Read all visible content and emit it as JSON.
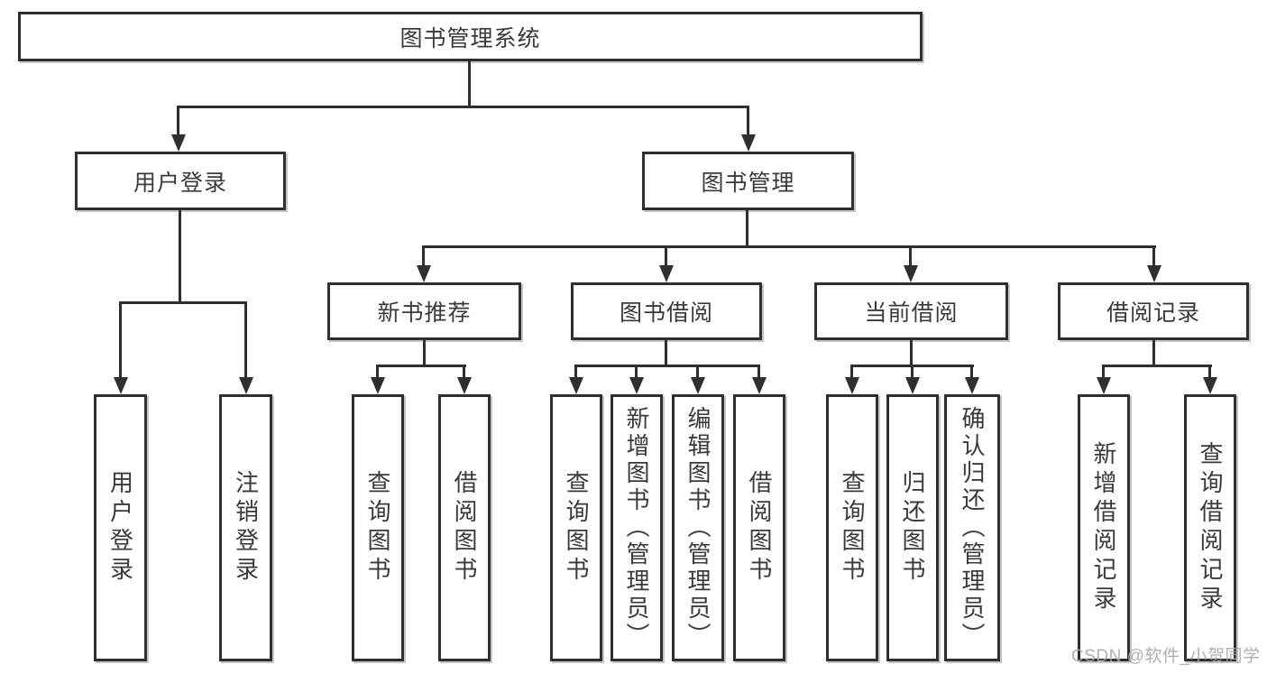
{
  "diagram": {
    "root": "图书管理系统",
    "branches": [
      {
        "label": "用户登录",
        "children": [
          "用户登录",
          "注销登录"
        ]
      },
      {
        "label": "图书管理",
        "sections": [
          {
            "label": "新书推荐",
            "children": [
              "查询图书",
              "借阅图书"
            ]
          },
          {
            "label": "图书借阅",
            "children": [
              "查询图书",
              "新增图书（管理员）",
              "编辑图书（管理员）",
              "借阅图书"
            ]
          },
          {
            "label": "当前借阅",
            "children": [
              "查询图书",
              "归还图书",
              "确认归还（管理员）"
            ]
          },
          {
            "label": "借阅记录",
            "children": [
              "新增借阅记录",
              "查询借阅记录"
            ]
          }
        ]
      }
    ]
  },
  "watermark": "CSDN @软件_小贺同学",
  "colors": {
    "line": "#2f2f2f",
    "text": "#3a3a3a",
    "watermark": "#a8a8a8",
    "background": "#ffffff"
  }
}
